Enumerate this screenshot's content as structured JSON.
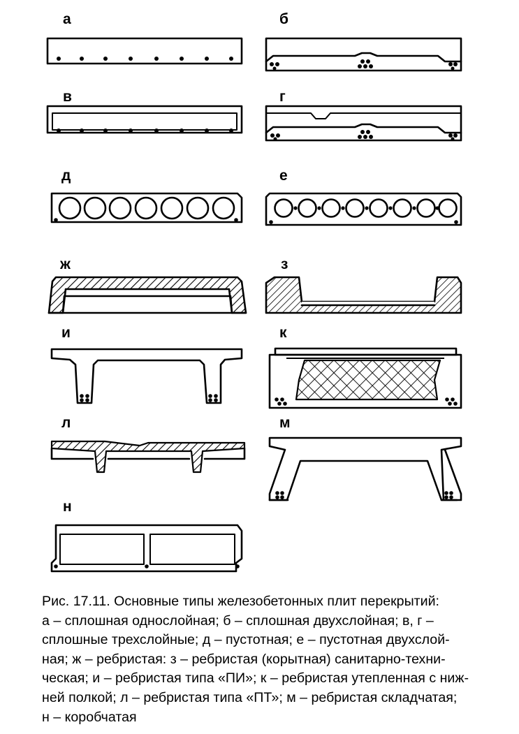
{
  "figure": {
    "labels": {
      "a": "а",
      "b": "б",
      "v": "в",
      "g": "г",
      "d": "д",
      "e": "е",
      "zh": "ж",
      "z": "з",
      "i": "и",
      "k": "к",
      "l": "л",
      "m": "м",
      "n": "н"
    }
  },
  "caption": {
    "lines": [
      "Рис. 17.11. Основные типы железобетонных плит перекрытий:",
      "а – сплошная однослойная; б – сплошная двухслойная; в, г –",
      "сплошные трехслойные; д – пустотная; е – пустотная двухслой-",
      "ная; ж – ребристая: з – ребристая (корытная) санитарно-техни-",
      "ческая; и – ребристая типа «ПИ»; к – ребристая утепленная с ниж-",
      "ней полкой; л – ребристая типа «ПТ»; м – ребристая складчатая;",
      "н – коробчатая"
    ]
  }
}
